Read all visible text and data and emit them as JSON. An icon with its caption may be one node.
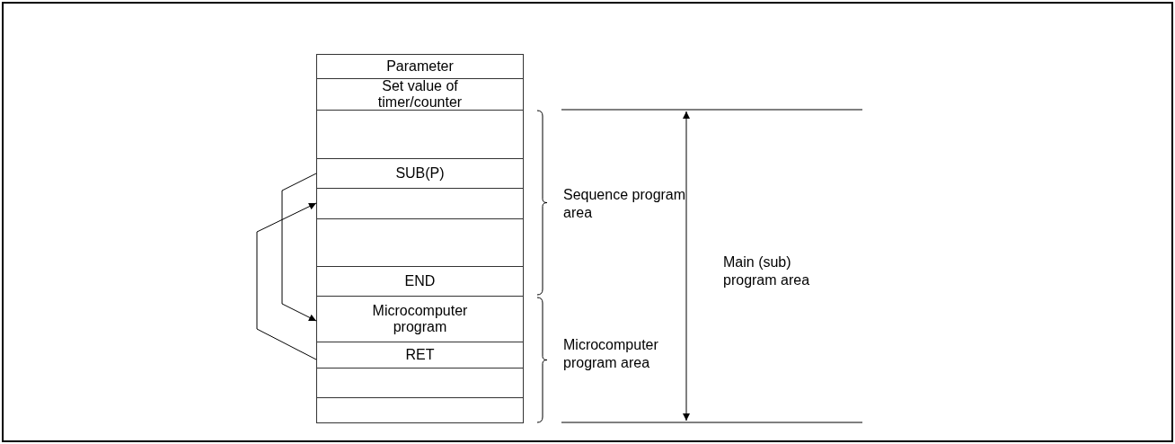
{
  "diagram": {
    "nodes": [
      {
        "text": [
          "Parameter"
        ]
      },
      {
        "text": [
          "Set value of timer/counter"
        ]
      },
      {
        "text": [],
        "shape": "box"
      },
      {
        "text": [
          "SUB(P)"
        ]
      },
      {
        "text": [],
        "shape": "box"
      },
      {
        "text": [],
        "shape": "box"
      },
      {
        "text": [
          "END"
        ]
      },
      {
        "text": [
          "Microcomputer program"
        ]
      },
      {
        "text": [
          "RET"
        ]
      },
      {
        "text": [],
        "shape": "box"
      },
      {
        "text": [],
        "shape": "box"
      }
    ],
    "edges": [
      {
        "from": 3,
        "to": 7,
        "arrow": "to"
      },
      {
        "from": 8,
        "to": 4,
        "arrow": "to"
      }
    ],
    "labels": [
      "Sequence program area",
      "Microcomputer program area",
      "Main (sub) program area"
    ]
  }
}
